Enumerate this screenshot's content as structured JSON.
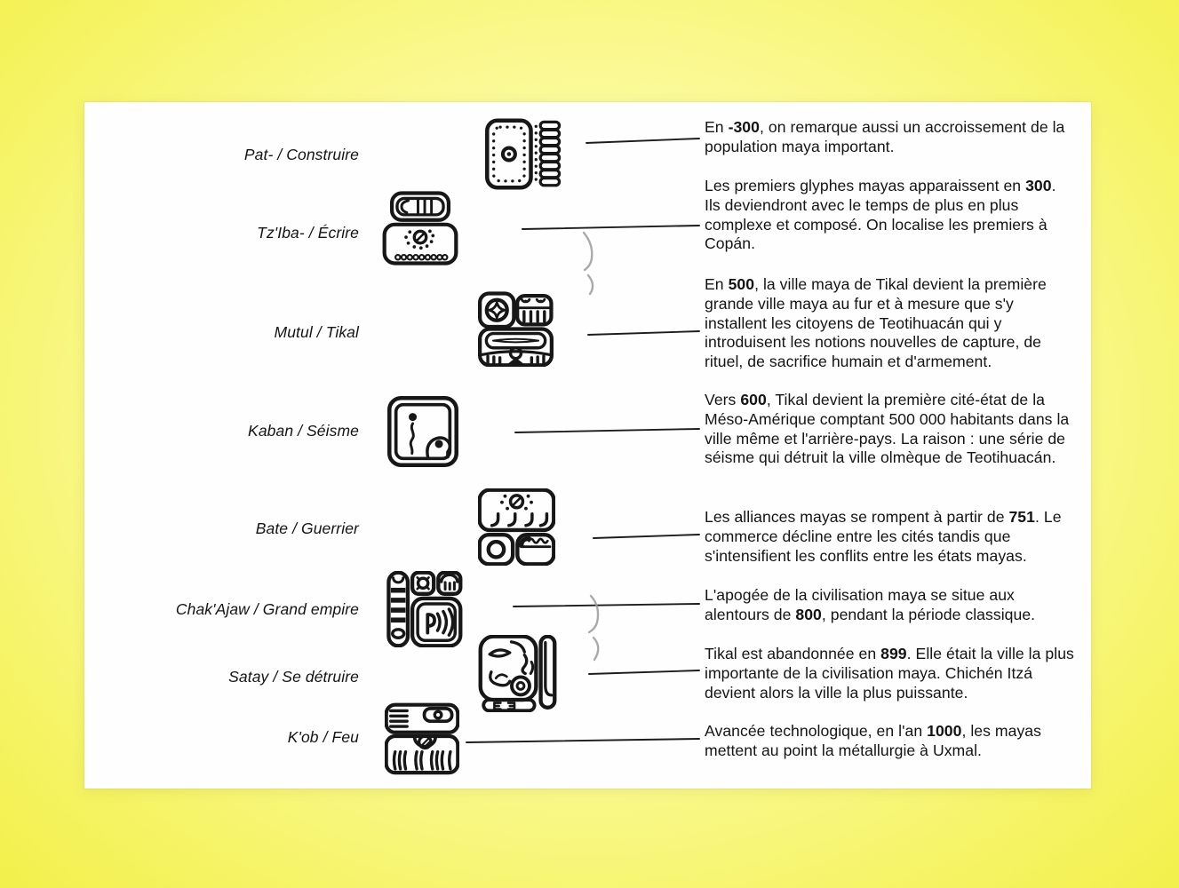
{
  "colors": {
    "background_yellow": "#f6f468",
    "card_white": "#fffeff",
    "ink": "#171717",
    "connector_line": "#1c1c1c",
    "squiggle_gray": "#9b9b9b"
  },
  "legend": {
    "rows": [
      {
        "label": "Pat- / Construire",
        "icon": "pat-construire-glyph"
      },
      {
        "label": "Tz'Iba- / Écrire",
        "icon": "tziba-ecrire-glyph"
      },
      {
        "label": "Mutul / Tikal",
        "icon": "mutul-tikal-glyph"
      },
      {
        "label": "Kaban / Séisme",
        "icon": "kaban-seisme-glyph"
      },
      {
        "label": "Bate / Guerrier",
        "icon": "bate-guerrier-glyph"
      },
      {
        "label": "Chak'Ajaw / Grand empire",
        "icon": "chakajaw-grand-empire-glyph"
      },
      {
        "label": "Satay / Se détruire",
        "icon": "satay-se-detruire-glyph"
      },
      {
        "label": "K'ob /  Feu",
        "icon": "kob-feu-glyph"
      }
    ]
  },
  "timeline": {
    "entries": [
      {
        "segments": [
          {
            "t": "En "
          },
          {
            "t": "-300",
            "b": true
          },
          {
            "t": ", on remarque aussi un accroissement de la population maya important."
          }
        ]
      },
      {
        "segments": [
          {
            "t": "Les premiers glyphes mayas apparaissent en "
          },
          {
            "t": "300",
            "b": true
          },
          {
            "t": ". Ils deviendront avec le temps de plus en plus complexe et composé. On localise les premiers à Copán."
          }
        ]
      },
      {
        "segments": [
          {
            "t": "En "
          },
          {
            "t": "500",
            "b": true
          },
          {
            "t": ", la ville maya de Tikal devient la première grande ville maya au fur et à mesure que s'y installent les citoyens de Teotihuacán qui y introduisent les notions nouvelles de capture, de rituel, de sacrifice humain et d'armement."
          }
        ]
      },
      {
        "segments": [
          {
            "t": "Vers "
          },
          {
            "t": "600",
            "b": true
          },
          {
            "t": ", Tikal devient la première cité-état de la Méso-Amérique comptant 500 000 habitants dans la ville même et l'arrière-pays. La raison : une série de séisme qui détruit la ville olmèque de Teotihuacán."
          }
        ]
      },
      {
        "segments": [
          {
            "t": "Les alliances mayas se rompent à partir de "
          },
          {
            "t": "751",
            "b": true
          },
          {
            "t": ". Le commerce décline entre les cités tandis que s'intensifient les conflits entre les états mayas."
          }
        ]
      },
      {
        "segments": [
          {
            "t": "L'apogée de la civilisation maya se situe aux alentours de "
          },
          {
            "t": "800",
            "b": true
          },
          {
            "t": ", pendant la période classique."
          }
        ]
      },
      {
        "segments": [
          {
            "t": "Tikal est abandonnée en "
          },
          {
            "t": "899",
            "b": true
          },
          {
            "t": ". Elle était la ville la plus importante de la civilisation maya. Chichén Itzá devient alors la ville la plus puissante."
          }
        ]
      },
      {
        "segments": [
          {
            "t": "Avancée technologique, en l'an "
          },
          {
            "t": "1000",
            "b": true
          },
          {
            "t": ", les mayas mettent au point la métallurgie à Uxmal."
          }
        ]
      }
    ]
  }
}
